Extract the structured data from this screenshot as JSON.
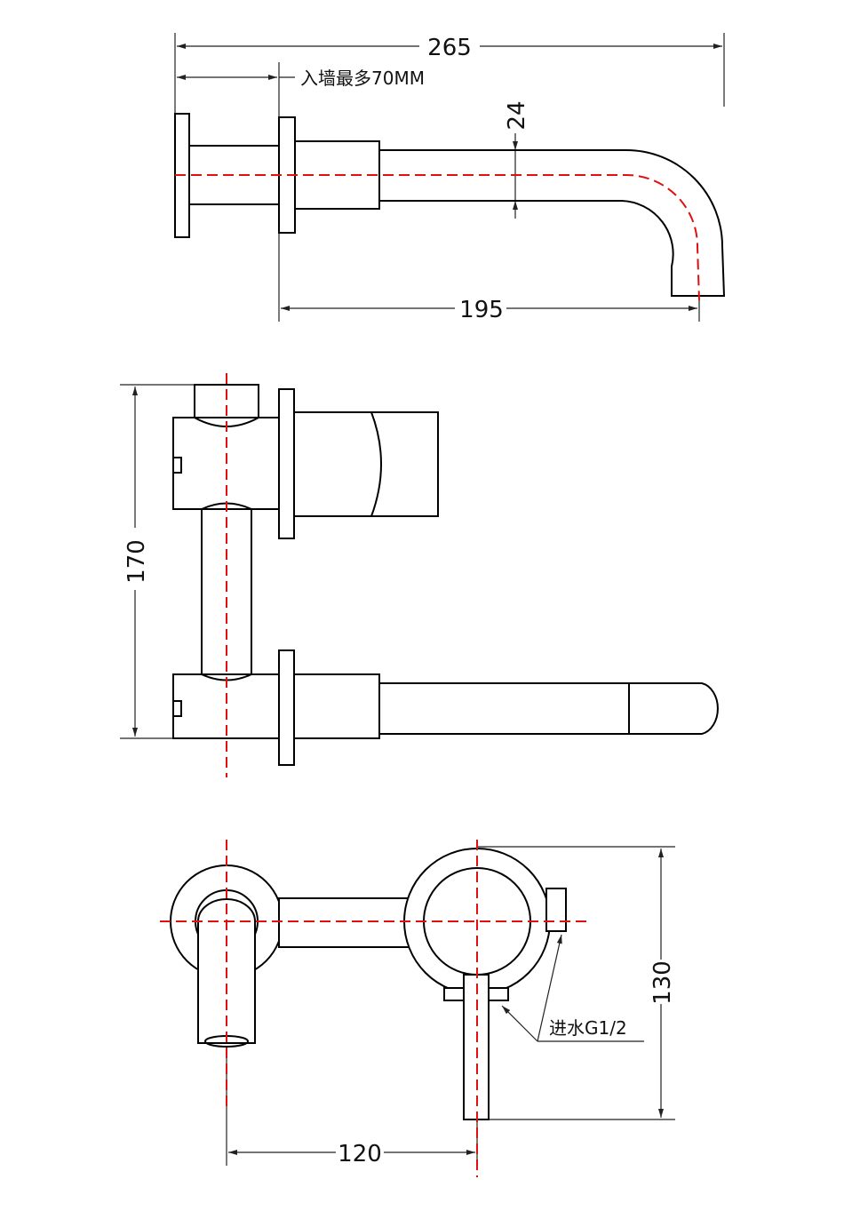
{
  "dimensions": {
    "overall_length": "265",
    "spout_length": "195",
    "spout_diameter": "24",
    "height": "170",
    "plate_height": "130",
    "handle_spacing": "120"
  },
  "notes": {
    "wall_depth": "入墙最多70MM",
    "water_inlet": "进水G1/2"
  },
  "colors": {
    "outline": "#000000",
    "centerline": "#e01010",
    "dimension": "#222222"
  }
}
